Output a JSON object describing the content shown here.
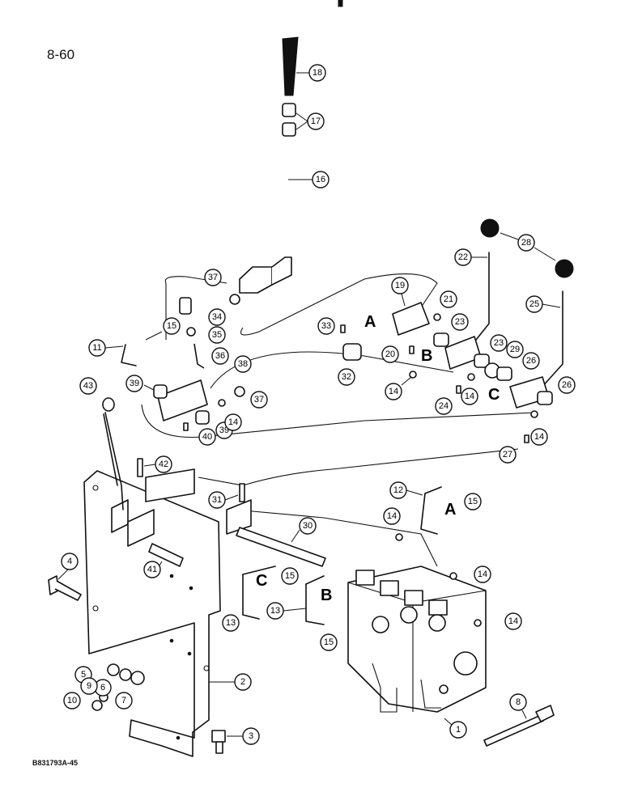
{
  "page": {
    "number": "8-60",
    "figure_ref": "B831793A-45"
  },
  "letters": [
    "A",
    "B",
    "C"
  ],
  "callouts": [
    "1",
    "2",
    "3",
    "4",
    "5",
    "6",
    "7",
    "8",
    "9",
    "10",
    "11",
    "12",
    "13",
    "14",
    "15",
    "16",
    "17",
    "18",
    "19",
    "20",
    "21",
    "22",
    "23",
    "24",
    "25",
    "26",
    "27",
    "28",
    "29",
    "30",
    "31",
    "32",
    "33",
    "34",
    "35",
    "36",
    "37",
    "38",
    "39",
    "40",
    "41",
    "42",
    "43"
  ]
}
